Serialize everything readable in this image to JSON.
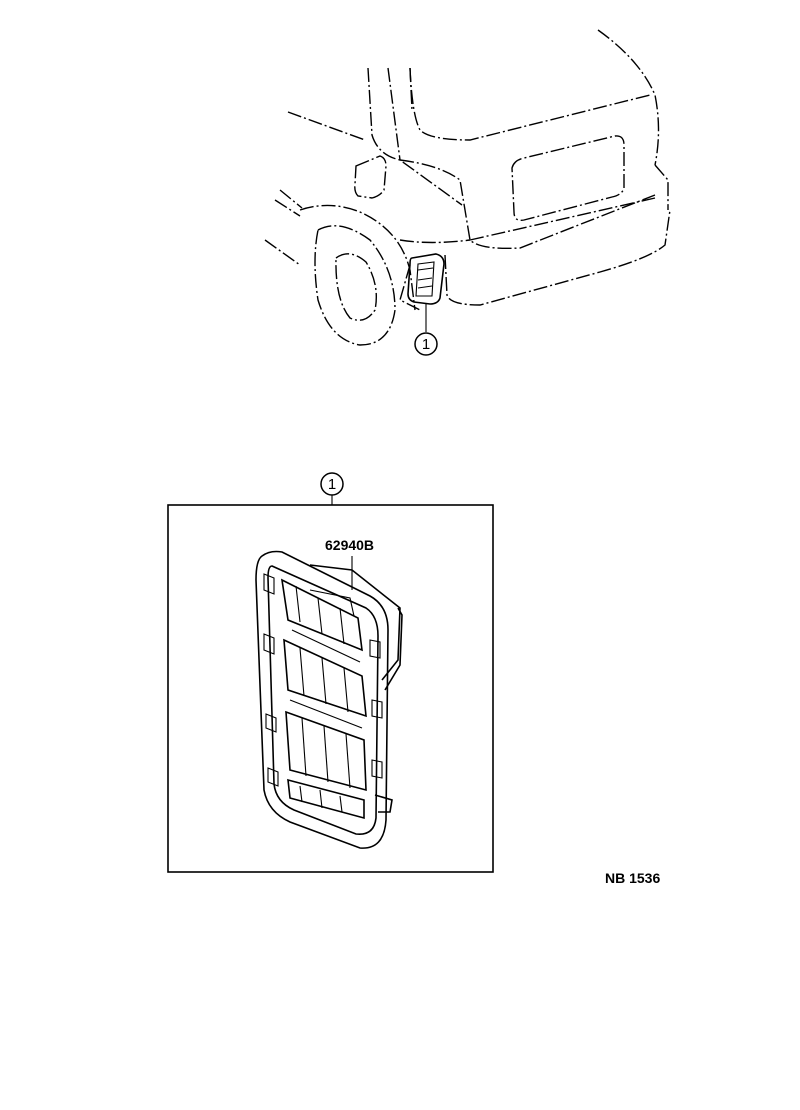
{
  "callouts": [
    {
      "id": "1",
      "label": "1"
    },
    {
      "id": "1b",
      "label": "1"
    }
  ],
  "part_number": "62940B",
  "reference_code": "NB 1536"
}
